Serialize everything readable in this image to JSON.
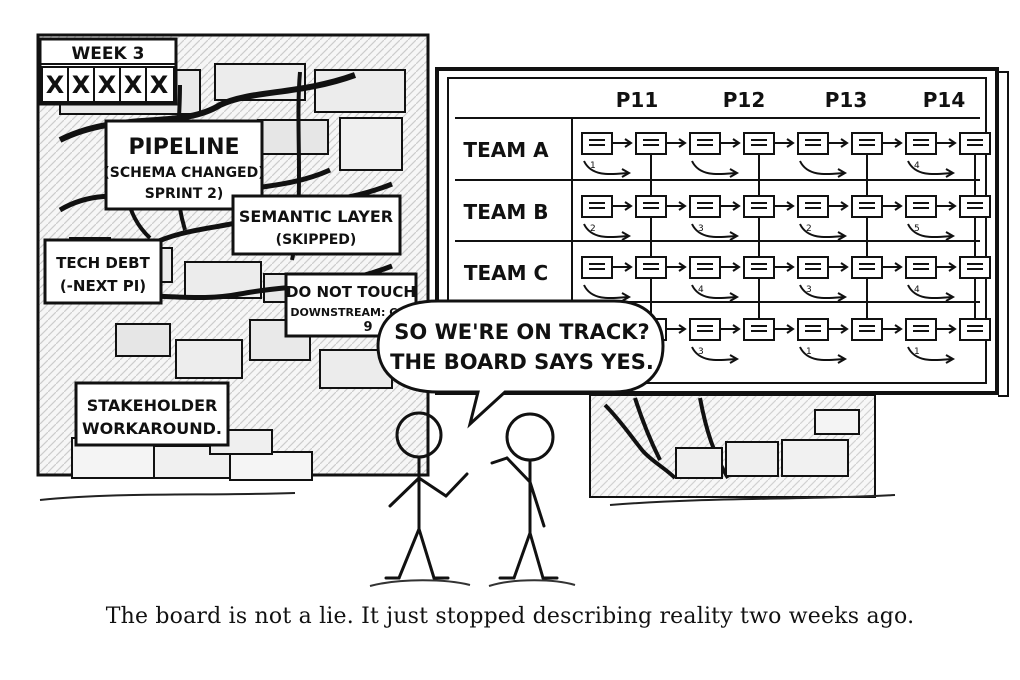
{
  "week_card": {
    "title": "WEEK 3",
    "marks": [
      "X",
      "X",
      "X",
      "X",
      "X"
    ]
  },
  "signs": {
    "pipeline": {
      "title": "PIPELINE",
      "line2": "(SCHEMA CHANGED)",
      "line3": "SPRINT 2)"
    },
    "semantic_layer": {
      "line1": "SEMANTIC LAYER",
      "line2": "(SKIPPED)"
    },
    "tech_debt": {
      "line1": "TECH DEBT",
      "line2": "(-NEXT PI)"
    },
    "do_not_touch": {
      "line1": "DO NOT TOUCH",
      "line2": "DOWNSTREAM: CO!",
      "line3": "9"
    },
    "stakeholder": {
      "line1": "STAKEHOLDER",
      "line2": "WORKAROUND."
    }
  },
  "board": {
    "columns": [
      "P11",
      "P12",
      "P13",
      "P14"
    ],
    "rows": [
      "TEAM A",
      "TEAM B",
      "TEAM C",
      ""
    ]
  },
  "speech_bubble": {
    "line1": "SO WE'RE ON TRACK?",
    "line2": "THE BOARD SAYS YES."
  },
  "caption": "The board is not a lie. It just stopped describing reality two weeks ago."
}
